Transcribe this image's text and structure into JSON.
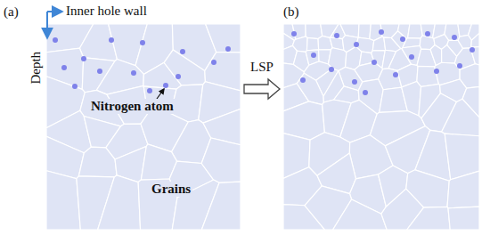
{
  "diagram": {
    "nodes": [
      {
        "text": [
          "(a)"
        ]
      },
      {
        "text": [
          "(b)"
        ]
      }
    ],
    "edges": [
      {
        "from": 0,
        "to": 1,
        "label": "LSP",
        "arrow": "to"
      }
    ],
    "labels": [
      "Inner hole wall",
      "Depth",
      "Nitrogen atom",
      "Grains"
    ]
  }
}
